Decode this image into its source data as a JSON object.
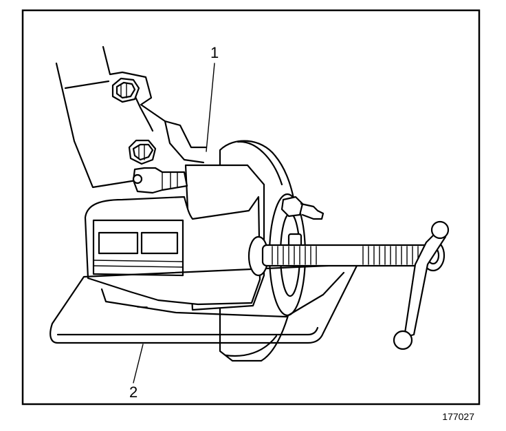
{
  "figure": {
    "callouts": [
      {
        "id": "1",
        "label": "1"
      },
      {
        "id": "2",
        "label": "2"
      }
    ],
    "figure_number": "177027",
    "colors": {
      "ink": "#000000",
      "paper": "#ffffff"
    },
    "icons": [
      "brake-caliper",
      "brake-rotor",
      "compressor-tool",
      "mounting-bolt"
    ]
  }
}
